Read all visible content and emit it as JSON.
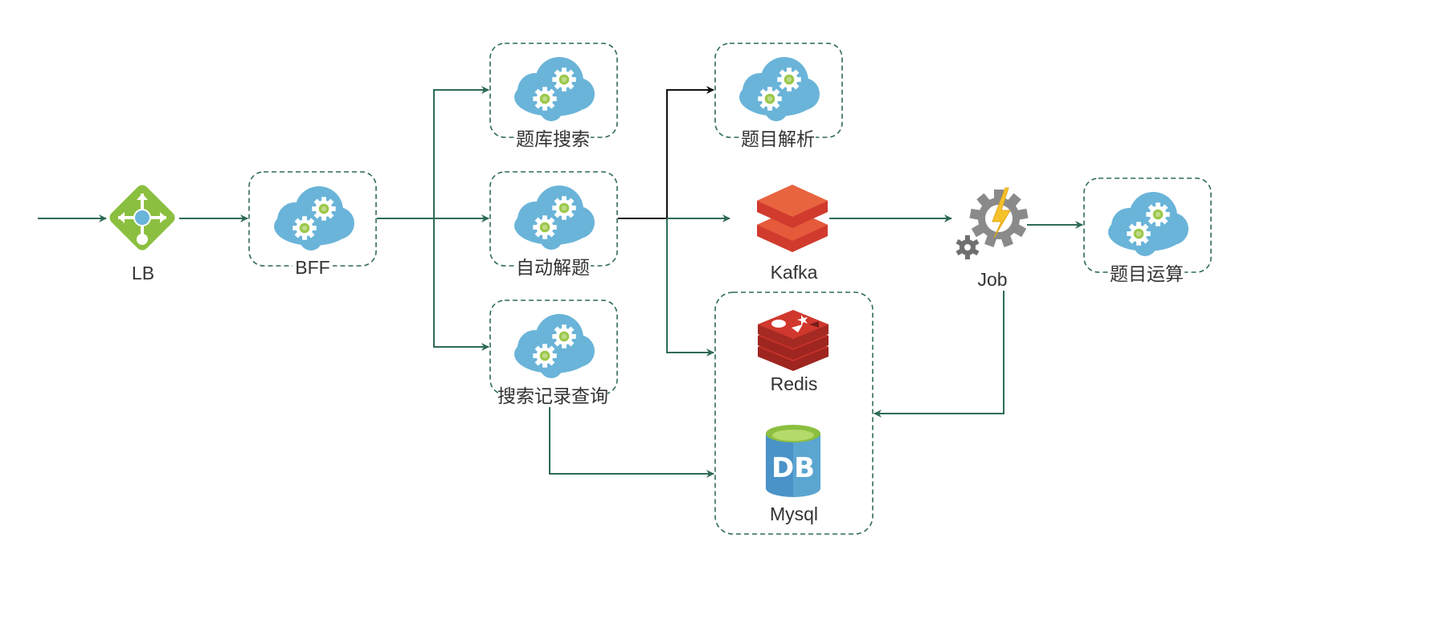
{
  "diagram": {
    "colors": {
      "edge": "#2e6b55",
      "edge_dark": "#111111",
      "cloud": "#6ab4d9",
      "gear": "#ffffff",
      "gear_center": "#9bc84a",
      "lb_green": "#8bbf3f",
      "kafka_top": "#e55a3b",
      "kafka_side": "#d03b2e",
      "redis": "#c53229",
      "db_body": "#4a93c8",
      "db_top": "#8bbf3f",
      "job_gear": "#8a8a8a",
      "job_bolt": "#f6c22a"
    },
    "nodes": {
      "lb": {
        "label": "LB",
        "icon": "load-balancer-icon"
      },
      "bff": {
        "label": "BFF",
        "icon": "cloud-service-icon"
      },
      "search": {
        "label": "题库搜索",
        "icon": "cloud-service-icon"
      },
      "auto_solve": {
        "label": "自动解题",
        "icon": "cloud-service-icon"
      },
      "history": {
        "label": "搜索记录查询",
        "icon": "cloud-service-icon"
      },
      "parse": {
        "label": "题目解析",
        "icon": "cloud-service-icon"
      },
      "kafka": {
        "label": "Kafka",
        "icon": "kafka-icon"
      },
      "redis": {
        "label": "Redis",
        "icon": "redis-icon"
      },
      "mysql": {
        "label": "Mysql",
        "icon": "database-icon",
        "icon_text": "DB"
      },
      "job": {
        "label": "Job",
        "icon": "job-gear-icon"
      },
      "compute": {
        "label": "题目运算",
        "icon": "cloud-service-icon"
      }
    }
  }
}
